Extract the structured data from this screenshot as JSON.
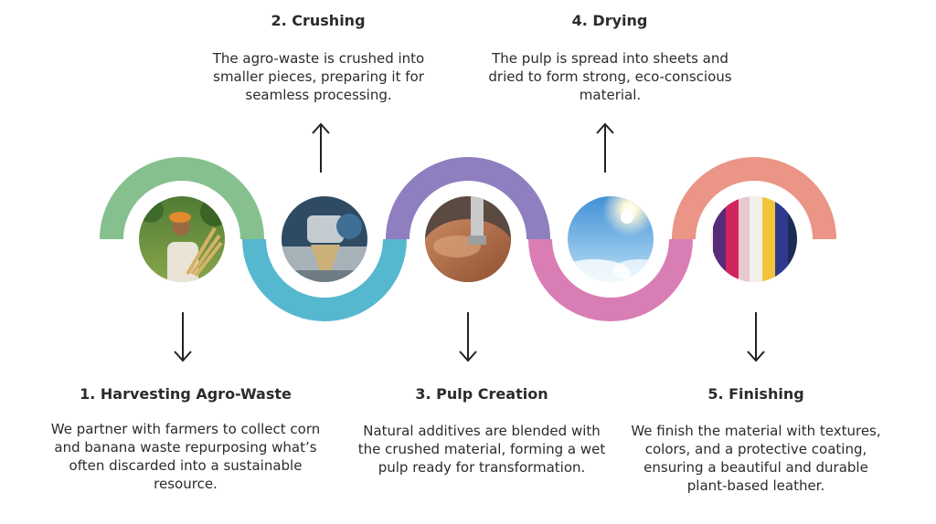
{
  "colors": {
    "step1": "#86c08f",
    "step2": "#55b8cf",
    "step3": "#8f7fc0",
    "step4": "#d97eb4",
    "step5": "#ea9585",
    "text": "#2b2b2b"
  },
  "steps": [
    {
      "title": "1. Harvesting Agro-Waste",
      "description": "We partner with farmers to collect corn and banana waste repurposing what’s often discarded into a sustainable resource.",
      "arrow": "down",
      "photo": "farmer-with-crops"
    },
    {
      "title": "2. Crushing",
      "description": "The agro-waste is crushed into smaller pieces, preparing it for seamless processing.",
      "arrow": "up",
      "photo": "crushing-machine"
    },
    {
      "title": "3. Pulp Creation",
      "description": "Natural additives are blended with the crushed material, forming a wet pulp ready for transformation.",
      "arrow": "down",
      "photo": "pulp-mixer"
    },
    {
      "title": "4. Drying",
      "description": "The pulp is spread into sheets and dried to form strong, eco-conscious material.",
      "arrow": "up",
      "photo": "sun-in-sky"
    },
    {
      "title": "5. Finishing",
      "description": "We finish the material with textures, colors, and a protective coating, ensuring a beautiful and durable plant-based leather.",
      "arrow": "down",
      "photo": "colored-leather-rolls"
    }
  ]
}
